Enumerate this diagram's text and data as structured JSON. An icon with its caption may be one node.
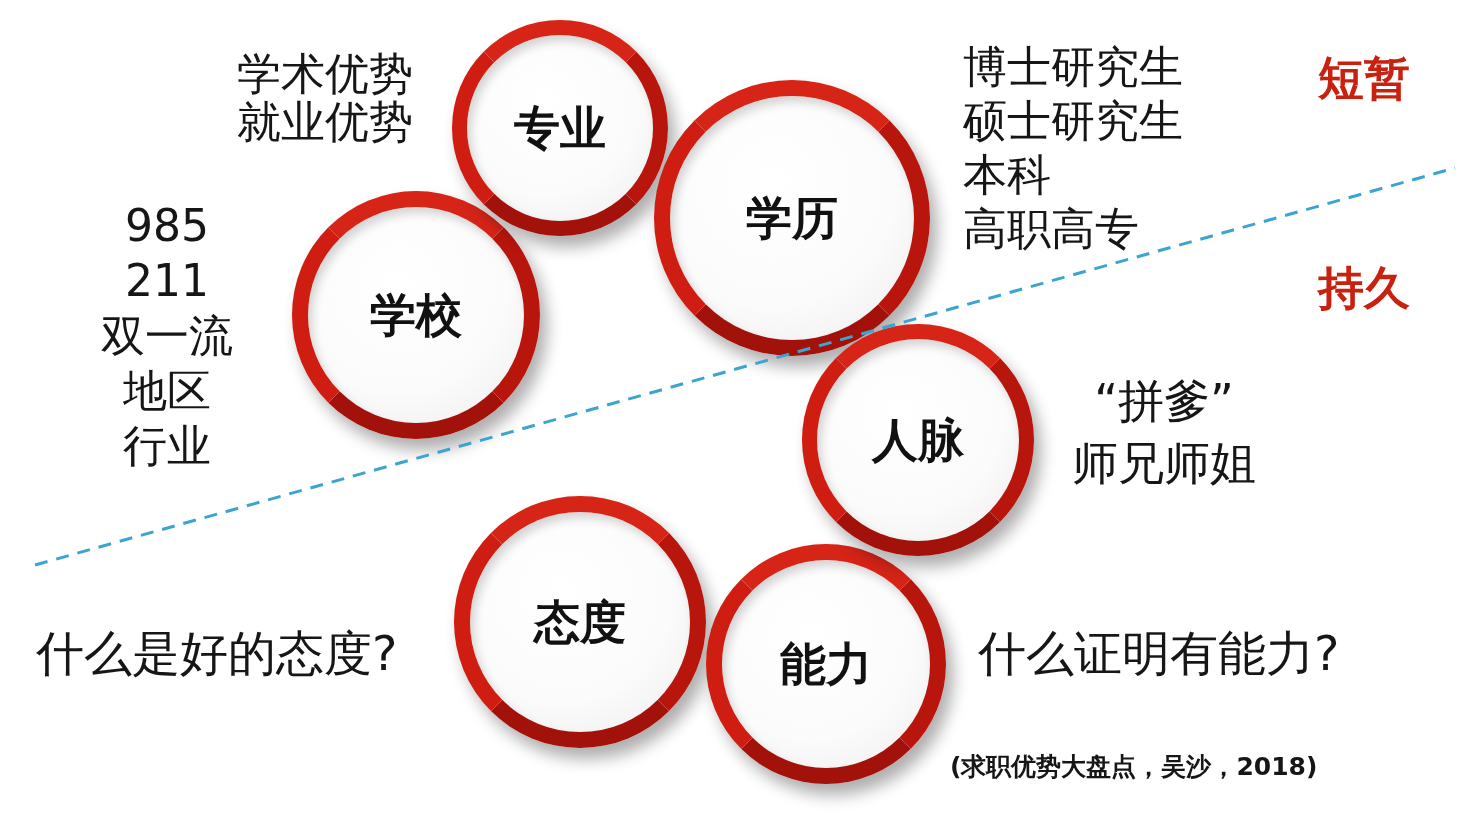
{
  "diagram": {
    "caption": "(求职优势大盘点，吴沙，2018)",
    "nodes": [
      {
        "text": [
          "专业"
        ],
        "beside": [
          "学术优势",
          "就业优势"
        ]
      },
      {
        "text": [
          "学历"
        ],
        "beside": [
          "博士研究生",
          "硕士研究生",
          "本科",
          "高职高专"
        ]
      },
      {
        "text": [
          "学校"
        ],
        "beside": [
          "985",
          "211",
          "双一流",
          "地区",
          "行业"
        ]
      },
      {
        "text": [
          "人脉"
        ],
        "beside": [
          "“拼爹”",
          "师兄师姐"
        ]
      },
      {
        "text": [
          "态度"
        ],
        "beside": [
          "什么是好的态度?"
        ]
      },
      {
        "text": [
          "能力"
        ],
        "beside": [
          "什么证明有能力?"
        ]
      }
    ],
    "labels": [
      "短暂",
      "持久"
    ]
  }
}
